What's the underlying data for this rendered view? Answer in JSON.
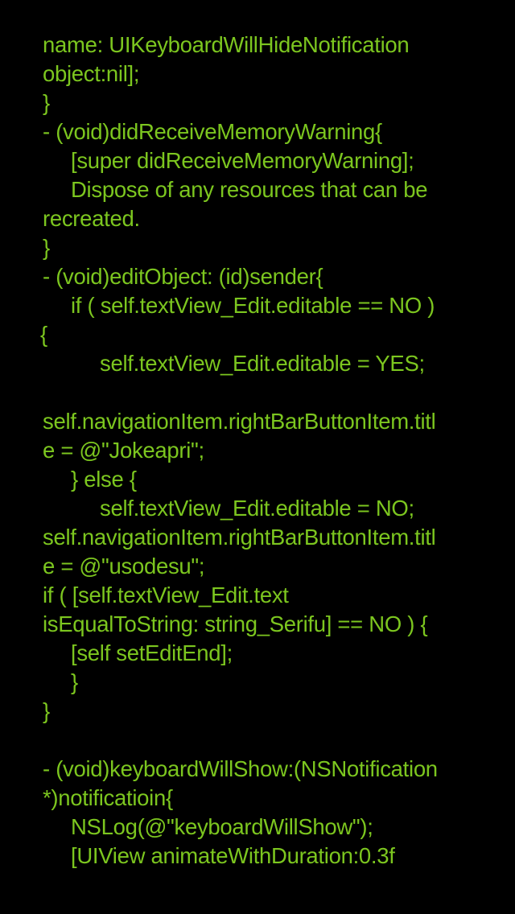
{
  "theme": {
    "background": "#000000",
    "text_color": "#7cc61f"
  },
  "code_lines": [
    {
      "indent": 53,
      "text": "name: UIKeyboardWillHideNotification"
    },
    {
      "indent": 53,
      "text": "object:nil];"
    },
    {
      "indent": 53,
      "text": "}"
    },
    {
      "indent": 53,
      "text": "- (void)didReceiveMemoryWarning{"
    },
    {
      "indent": 88,
      "text": "[super didReceiveMemoryWarning];"
    },
    {
      "indent": 88,
      "text": "Dispose of any resources that can be"
    },
    {
      "indent": 53,
      "text": "recreated."
    },
    {
      "indent": 53,
      "text": "}"
    },
    {
      "indent": 53,
      "text": "- (void)editObject: (id)sender{"
    },
    {
      "indent": 88,
      "text": "if ( self.textView_Edit.editable == NO )"
    },
    {
      "indent": 50,
      "text": "{"
    },
    {
      "indent": 124,
      "text": "self.textView_Edit.editable = YES;"
    },
    {
      "indent": 53,
      "text": ""
    },
    {
      "indent": 53,
      "text": "self.navigationItem.rightBarButtonItem.titl"
    },
    {
      "indent": 53,
      "text": "e = @\"Jokeapri\";"
    },
    {
      "indent": 88,
      "text": "} else {"
    },
    {
      "indent": 124,
      "text": "self.textView_Edit.editable = NO;"
    },
    {
      "indent": 53,
      "text": "self.navigationItem.rightBarButtonItem.titl"
    },
    {
      "indent": 53,
      "text": "e = @\"usodesu\";"
    },
    {
      "indent": 53,
      "text": "if ( [self.textView_Edit.text"
    },
    {
      "indent": 53,
      "text": "isEqualToString: string_Serifu] == NO ) {"
    },
    {
      "indent": 88,
      "text": "[self setEditEnd];"
    },
    {
      "indent": 88,
      "text": "}"
    },
    {
      "indent": 53,
      "text": "}"
    },
    {
      "indent": 53,
      "text": ""
    },
    {
      "indent": 53,
      "text": "- (void)keyboardWillShow:(NSNotification"
    },
    {
      "indent": 53,
      "text": "*)notificatioin{"
    },
    {
      "indent": 88,
      "text": "NSLog(@\"keyboardWillShow\");"
    },
    {
      "indent": 88,
      "text": "[UIView animateWithDuration:0.3f"
    }
  ]
}
